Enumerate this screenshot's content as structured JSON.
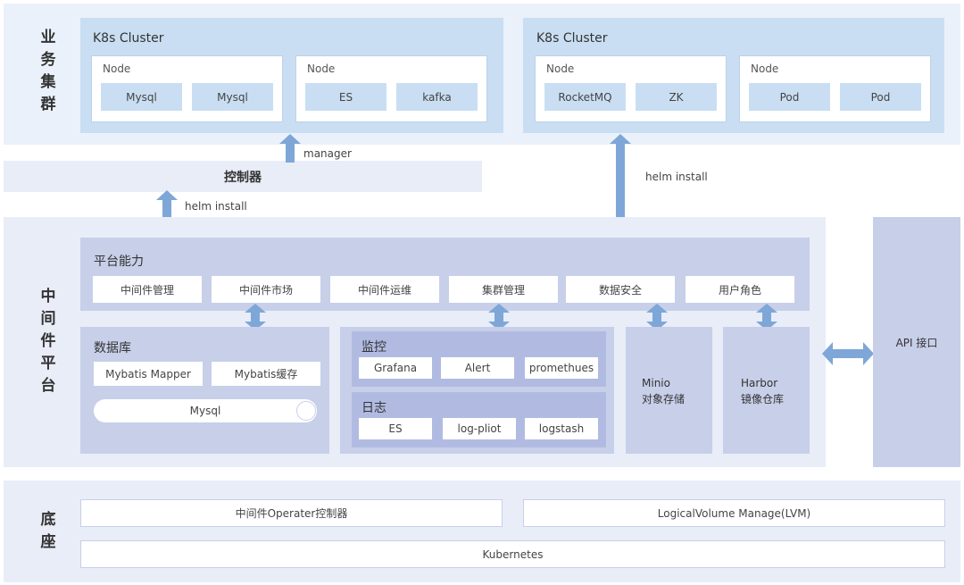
{
  "sections": {
    "business": "业务集群",
    "middleware": "中间件平台",
    "base": "底座"
  },
  "clusters": [
    {
      "title": "K8s Cluster",
      "nodes": [
        {
          "label": "Node",
          "items": [
            "Mysql",
            "Mysql"
          ]
        },
        {
          "label": "Node",
          "items": [
            "ES",
            "kafka"
          ]
        }
      ]
    },
    {
      "title": "K8s Cluster",
      "nodes": [
        {
          "label": "Node",
          "items": [
            "RocketMQ",
            "ZK"
          ]
        },
        {
          "label": "Node",
          "items": [
            "Pod",
            "Pod"
          ]
        }
      ]
    }
  ],
  "controller": "控制器",
  "arrows": {
    "manager": "manager",
    "helm_left": "helm install",
    "helm_right": "helm install"
  },
  "platform": {
    "title": "平台能力",
    "items": [
      "中间件管理",
      "中间件市场",
      "中间件运维",
      "集群管理",
      "数据安全",
      "用户角色"
    ]
  },
  "database": {
    "title": "数据库",
    "items": [
      "Mybatis Mapper",
      "Mybatis缓存"
    ],
    "mysql": "Mysql"
  },
  "monitor": {
    "title": "监控",
    "items": [
      "Grafana",
      "Alert",
      "promethues"
    ]
  },
  "log": {
    "title": "日志",
    "items": [
      "ES",
      "log-pliot",
      "logstash"
    ]
  },
  "minio": {
    "line1": "Minio",
    "line2": "对象存储"
  },
  "harbor": {
    "line1": "Harbor",
    "line2": "镜像仓库"
  },
  "api": "API 接口",
  "base": {
    "operator": "中间件Operater控制器",
    "lvm": "LogicalVolume Manage(LVM)",
    "kubernetes": "Kubernetes"
  },
  "colors": {
    "arrow": "#7ea7d8",
    "cluster": "#c9def2",
    "panel": "#c8cfe9",
    "inner": "#b1bbe2"
  }
}
